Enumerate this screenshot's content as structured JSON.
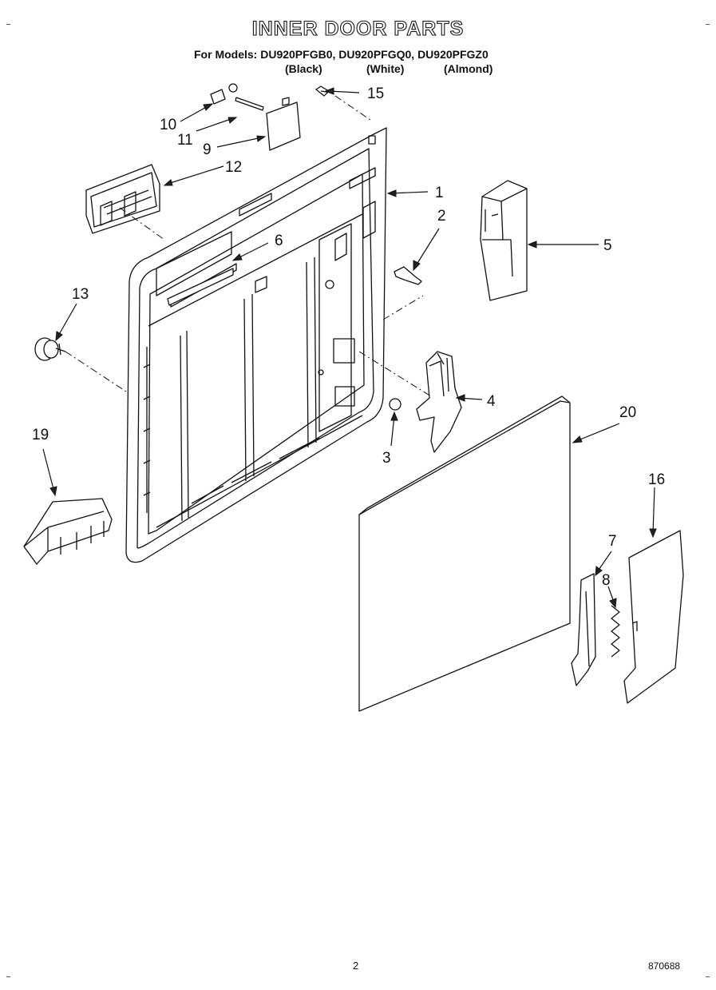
{
  "header": {
    "title": "INNER DOOR PARTS",
    "models_line": "For Models: DU920PFGB0, DU920PFGQ0, DU920PFGZ0",
    "variants": [
      "(Black)",
      "(White)",
      "(Almond)"
    ]
  },
  "callouts": {
    "c1": "1",
    "c2": "2",
    "c3": "3",
    "c4": "4",
    "c5": "5",
    "c6": "6",
    "c7": "7",
    "c8": "8",
    "c9": "9",
    "c10": "10",
    "c11": "11",
    "c12": "12",
    "c13": "13",
    "c15": "15",
    "c16": "16",
    "c19": "19",
    "c20": "20"
  },
  "footer": {
    "page_number": "2",
    "doc_number": "870688"
  }
}
